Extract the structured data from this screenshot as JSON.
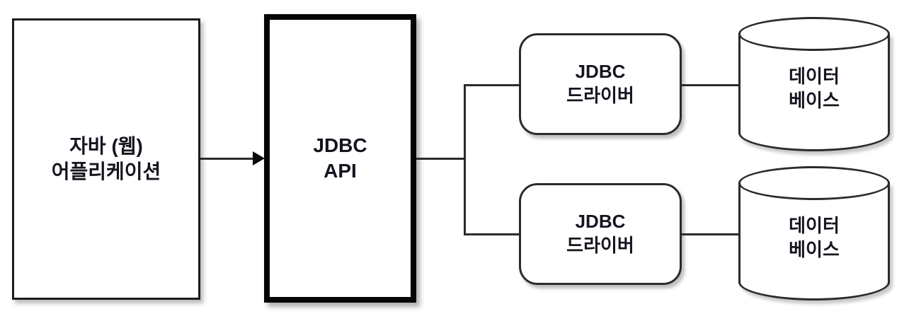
{
  "diagram": {
    "nodes": {
      "java_app": {
        "line1": "자바 (웹)",
        "line2": "어플리케이션"
      },
      "jdbc_api": {
        "line1": "JDBC",
        "line2": "API"
      },
      "driver_top": {
        "line1": "JDBC",
        "line2": "드라이버"
      },
      "driver_bottom": {
        "line1": "JDBC",
        "line2": "드라이버"
      },
      "database_top": {
        "line1": "데이터",
        "line2": "베이스"
      },
      "database_bottom": {
        "line1": "데이터",
        "line2": "베이스"
      }
    },
    "colors": {
      "stroke": "#2b2b2b",
      "thick_border": "#050505",
      "text": "#15151f",
      "background": "#ffffff"
    }
  }
}
